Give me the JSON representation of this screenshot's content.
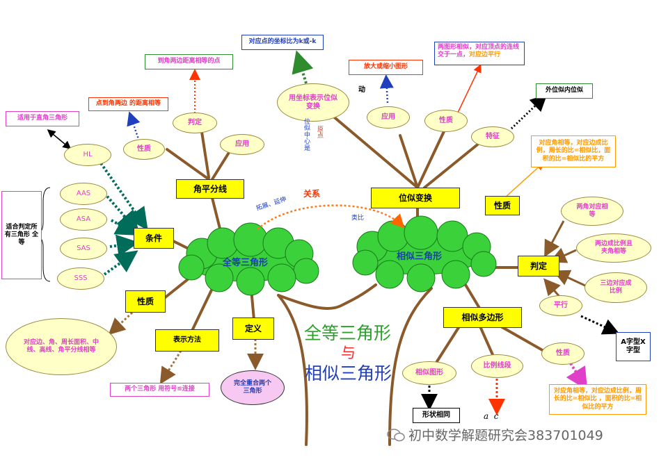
{
  "colors": {
    "branch": "#8b5a2b",
    "cloud": "#3ad13a",
    "box_yellow": "#ffff00",
    "oval_fill": "#ffffc8",
    "arrow_teal": "#006d5b",
    "arrow_orange": "#ff6600",
    "arrow_blue": "#1f3fbf",
    "arrow_green": "#2e8b2e",
    "title_green": "#2ba12b",
    "title_red": "#ff2a2a",
    "title_blue": "#1f3fbf",
    "pink_border": "#e040c8",
    "orange_border": "#ff9900"
  },
  "center_title": {
    "line1": "全等三角形",
    "line2": "与",
    "line3": "相似三角形"
  },
  "congruent": {
    "cloud": "全等三角形",
    "angle_bisector": {
      "box": "角平分线",
      "property": "性质",
      "property_note": "点到角两边 的距离相等",
      "judge": "判定",
      "judge_note": "到角两边距离相等的点",
      "apply": "应用"
    },
    "conditions": {
      "box": "条件",
      "items": [
        "HL",
        "AAS",
        "ASA",
        "SAS",
        "SSS"
      ],
      "hl_note": "适用于直角三角形",
      "general_note": "适合判定所有三角形 全等"
    },
    "property": {
      "box": "性质",
      "detail": "对应边、角、周长面积、中线、高线、角平分线相等"
    },
    "notation": {
      "box": "表示方法",
      "detail": "两个三角形 用符号≌连接"
    },
    "definition": {
      "box": "定义",
      "detail": "完全重合两个三角形"
    }
  },
  "relation": {
    "label": "关系",
    "left": "拓展、延伸",
    "right": "类比"
  },
  "similar": {
    "cloud": "相似三角形",
    "homothety": {
      "box": "位似变换",
      "coord": "用坐标表示位似变换",
      "coord_note": "对应点的坐标比为k或-k",
      "center_vertical": "位似中心是",
      "center_red": "原点",
      "apply": "应用",
      "apply_note": "放大或缩小图形",
      "move": "动",
      "property": "性质",
      "property_note_part1": "两图形相似，对应顶点的连线交于一点，",
      "property_note_part2": "对应边平行",
      "feature": "特征",
      "feature_note": "外位似内位似"
    },
    "property": {
      "box": "性质",
      "detail": "对应角相等，对应边成比例，周长的比=相似比，面积的比=相似比的平方"
    },
    "judge": {
      "box": "判定",
      "items": [
        "两角对应相等",
        "两边成比例且夹角相等",
        "三边对应成比例",
        "平行"
      ],
      "parallel_note": "A字型X字型"
    },
    "polygon": {
      "box": "相似多边形",
      "figure": "相似图形",
      "figure_note": "形状相同",
      "ratio": "比例线段",
      "ratio_note": "a  c",
      "property": "性质",
      "property_note": "对应角相等，对应边成比例，周长的比=相似比 ，面积的比=相似比的平方"
    }
  },
  "watermark": "初中数学解题研究会383701049"
}
